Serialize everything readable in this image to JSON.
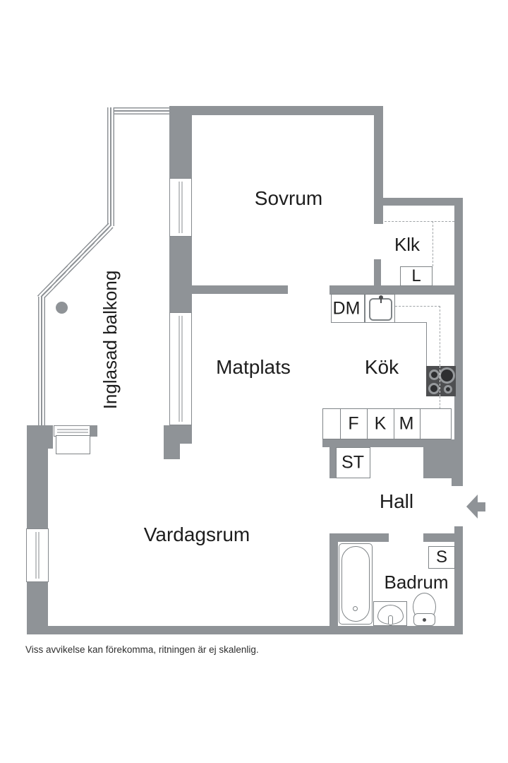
{
  "plan": {
    "rooms": {
      "sovrum": "Sovrum",
      "klk": "Klk",
      "kok": "Kök",
      "matplats": "Matplats",
      "balkong": "Inglasad balkong",
      "vardagsrum": "Vardagsrum",
      "hall": "Hall",
      "badrum": "Badrum"
    },
    "fixtures": {
      "dm": "DM",
      "l": "L",
      "f": "F",
      "k": "K",
      "m": "M",
      "st": "ST",
      "s": "S"
    },
    "disclaimer": "Viss avvikelse kan förekomma, ritningen är ej skalenlig.",
    "colors": {
      "wall": "#8f9397",
      "fixture_outline": "#7f8487",
      "stove": "#4e4f51",
      "text": "#1d1d1d"
    },
    "icons": {
      "entry_arrow": "left-pointing entry arrow",
      "balcony_pillar": "gray circle column"
    }
  }
}
